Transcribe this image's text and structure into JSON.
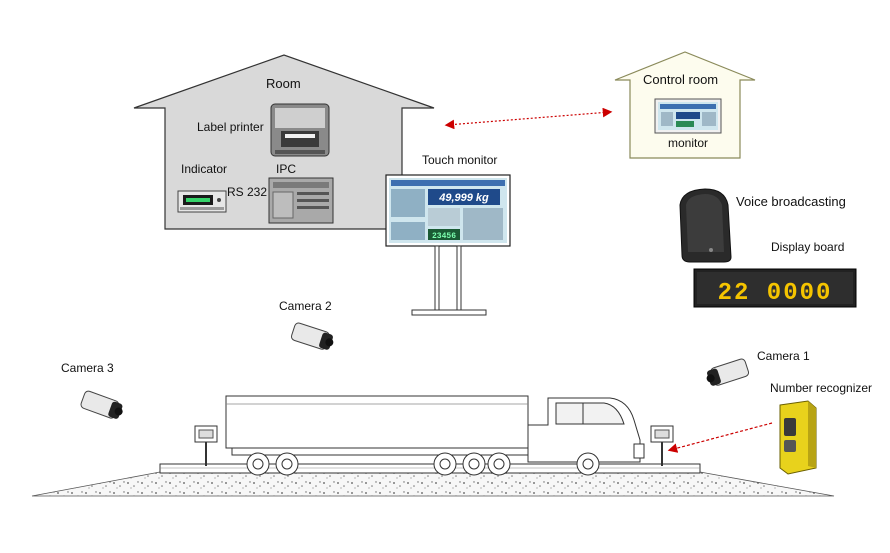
{
  "labels": {
    "room": "Room",
    "control_room": "Control room",
    "monitor": "monitor",
    "label_printer": "Label printer",
    "indicator": "Indicator",
    "ipc": "IPC",
    "rs232": "RS 232",
    "touch_monitor": "Touch monitor",
    "voice_broadcasting": "Voice broadcasting",
    "display_board": "Display board",
    "camera_1": "Camera 1",
    "camera_2": "Camera 2",
    "camera_3": "Camera 3",
    "number_recognizer": "Number recognizer"
  },
  "screen": {
    "weight_text": "49,999 kg",
    "counter_text": "23456"
  },
  "display_board": {
    "text": "22 0000"
  },
  "colors": {
    "room_fill": "#d9d9d9",
    "control_room_fill": "#fdfcee",
    "control_room_stroke": "#8a8a5a",
    "link_arrow": "#cc0000",
    "board_bg": "#222222",
    "board_digits": "#f5c400",
    "recognizer": "#e8d21c",
    "screen_bg": "#cfe6ee"
  }
}
